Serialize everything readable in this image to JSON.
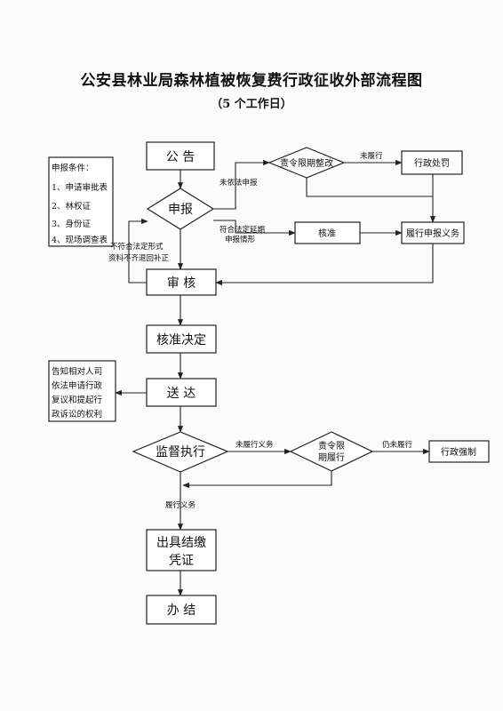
{
  "title": "公安县林业局森林植被恢复费行政征收外部流程图",
  "subtitle": "（5 个工作日）",
  "nodes": {
    "announce": "公  告",
    "apply": "申报",
    "review": "审  核",
    "approve": "核准决定",
    "deliver": "送  达",
    "supervise": "监督执行",
    "receipt_line1": "出具结缴",
    "receipt_line2": "凭证",
    "done": "办  结",
    "order_fix": "责令限期整改",
    "penalty": "行政处罚",
    "check_approve": "核准",
    "fulfill_declare": "履行申报义务",
    "order_fulfill_line1": "责令限",
    "order_fulfill_line2": "期履行",
    "enforce": "行政强制"
  },
  "conditions": {
    "header": "申报条件：",
    "items": [
      "1、申请审批表",
      "2、林权证",
      "3、身份证",
      "4、现场调查表"
    ]
  },
  "notice": {
    "lines": [
      "告知相对人司",
      "依法申请行政",
      "复议和提起行",
      "政诉讼的权利"
    ]
  },
  "edge_labels": {
    "not_declared": "未依法申报",
    "not_fulfilled_1": "未履行",
    "extension_line1": "符合法定延期",
    "extension_line2": "申报情形",
    "incomplete_line1": "不符合法定形式",
    "incomplete_line2": "资料不齐退回补正",
    "not_fulfilled_duty": "未履行义务",
    "still_not_fulfilled": "仍未履行",
    "fulfilled_duty": "履行义务"
  }
}
